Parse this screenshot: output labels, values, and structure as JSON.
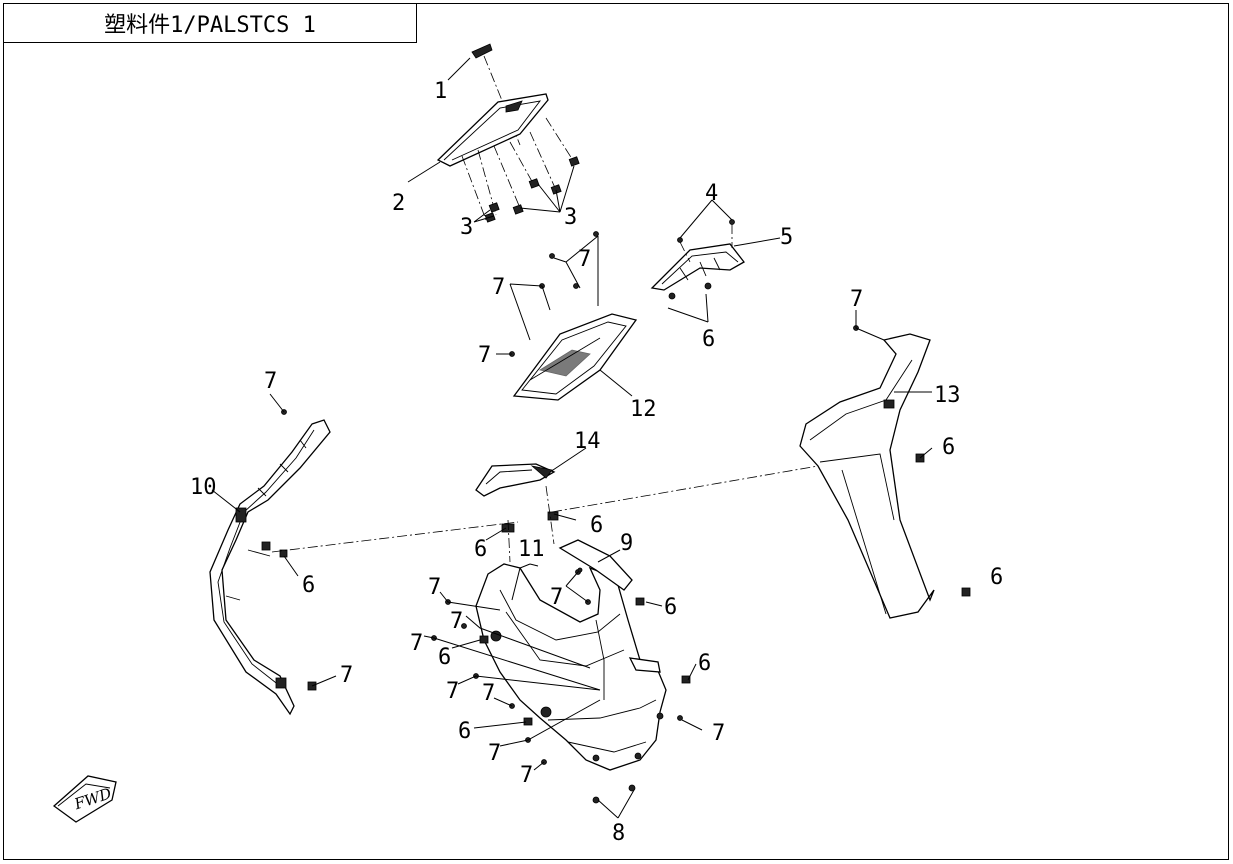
{
  "title": "塑料件1/PALSTCS 1",
  "callouts": [
    "1",
    "2",
    "3",
    "3",
    "4",
    "5",
    "6",
    "7",
    "7",
    "7",
    "7",
    "12",
    "7",
    "13",
    "6",
    "14",
    "10",
    "6",
    "6",
    "11",
    "9",
    "7",
    "7",
    "6",
    "6",
    "7",
    "7",
    "6",
    "7",
    "6",
    "7",
    "7",
    "7",
    "6",
    "7",
    "7",
    "8",
    "6"
  ],
  "fwd_label": "FWD"
}
